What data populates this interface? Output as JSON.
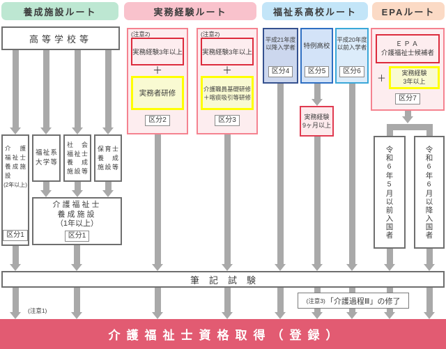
{
  "headers": {
    "yosei": "養成施設ルート",
    "jitsumu": "実務経験ルート",
    "fukushi": "福祉系高校ルート",
    "epa": "EPAルート"
  },
  "yosei": {
    "highschool": "高等学校等",
    "facility2yr": {
      "lines": [
        "介護",
        "福祉士",
        "養成施設",
        "(2年以上)"
      ],
      "kubun": "区分1"
    },
    "college": {
      "lines": [
        "福祉系",
        "大学等"
      ]
    },
    "social": {
      "lines": [
        "社会",
        "福祉士",
        "養成",
        "施設等"
      ]
    },
    "hoiku": {
      "lines": [
        "保育士",
        "養成",
        "施設等"
      ]
    },
    "facility1yr": {
      "lines": [
        "介護福祉士",
        "養成施設",
        "（1年以上）"
      ],
      "kubun": "区分1"
    }
  },
  "jitsumu": {
    "note": "(注意2)",
    "boxA": {
      "experience": "実務経験3年以上",
      "plus": "＋",
      "training": "実務者研修",
      "kubun": "区分2"
    },
    "boxB": {
      "experience": "実務経験3年以上",
      "plus": "＋",
      "training_lines": [
        "介護職員基礎研修",
        "＋喀痰吸引等研修"
      ],
      "kubun": "区分3"
    }
  },
  "fukushi": {
    "h21": {
      "lines": [
        "平成21年度",
        "以降入学者"
      ],
      "kubun": "区分4"
    },
    "tokurei": {
      "label": "特例高校",
      "kubun": "区分5"
    },
    "h20": {
      "lines": [
        "平成20年度",
        "以前入学者"
      ],
      "kubun": "区分6"
    },
    "experience9m": {
      "lines": [
        "実務経験",
        "9ヶ月以上"
      ]
    }
  },
  "epa": {
    "candidate_lines": [
      "ＥＰＡ",
      "介護福祉士候補者"
    ],
    "plus": "＋",
    "experience_lines": [
      "実務経験",
      "3年以上"
    ],
    "kubun": "区分7",
    "entry_before": "令和6年5月以前入国者",
    "entry_after": "令和6年6月以降入国者"
  },
  "exam": "筆記試験",
  "notes": {
    "note1": "(注意1)",
    "note3_prefix": "(注意3)",
    "note3_text": "「介護過程Ⅲ」の修了"
  },
  "result": "介護福祉士資格取得（登録）",
  "colors": {
    "header_yosei": "#bde7d2",
    "header_jitsumu": "#f9c2cc",
    "header_fukushi": "#c3e5f8",
    "header_epa": "#fbdac5",
    "arrow_gray": "#a9a9a9",
    "box_border_gray": "#6e6e6e",
    "pink_border": "#f5828f",
    "pink_fill": "#fdedef",
    "red_border": "#dc2b3c",
    "yellow_border": "#ffff00",
    "yellow_fill": "#f9fad2",
    "navy_border": "#35518f",
    "navy_fill": "#ccd7ee",
    "blue_border": "#2e6ec2",
    "blue_fill": "#d3e3f8",
    "cyan_border": "#3aa7d8",
    "cyan_fill": "#dcecfa",
    "result_bar": "#e25b72"
  }
}
